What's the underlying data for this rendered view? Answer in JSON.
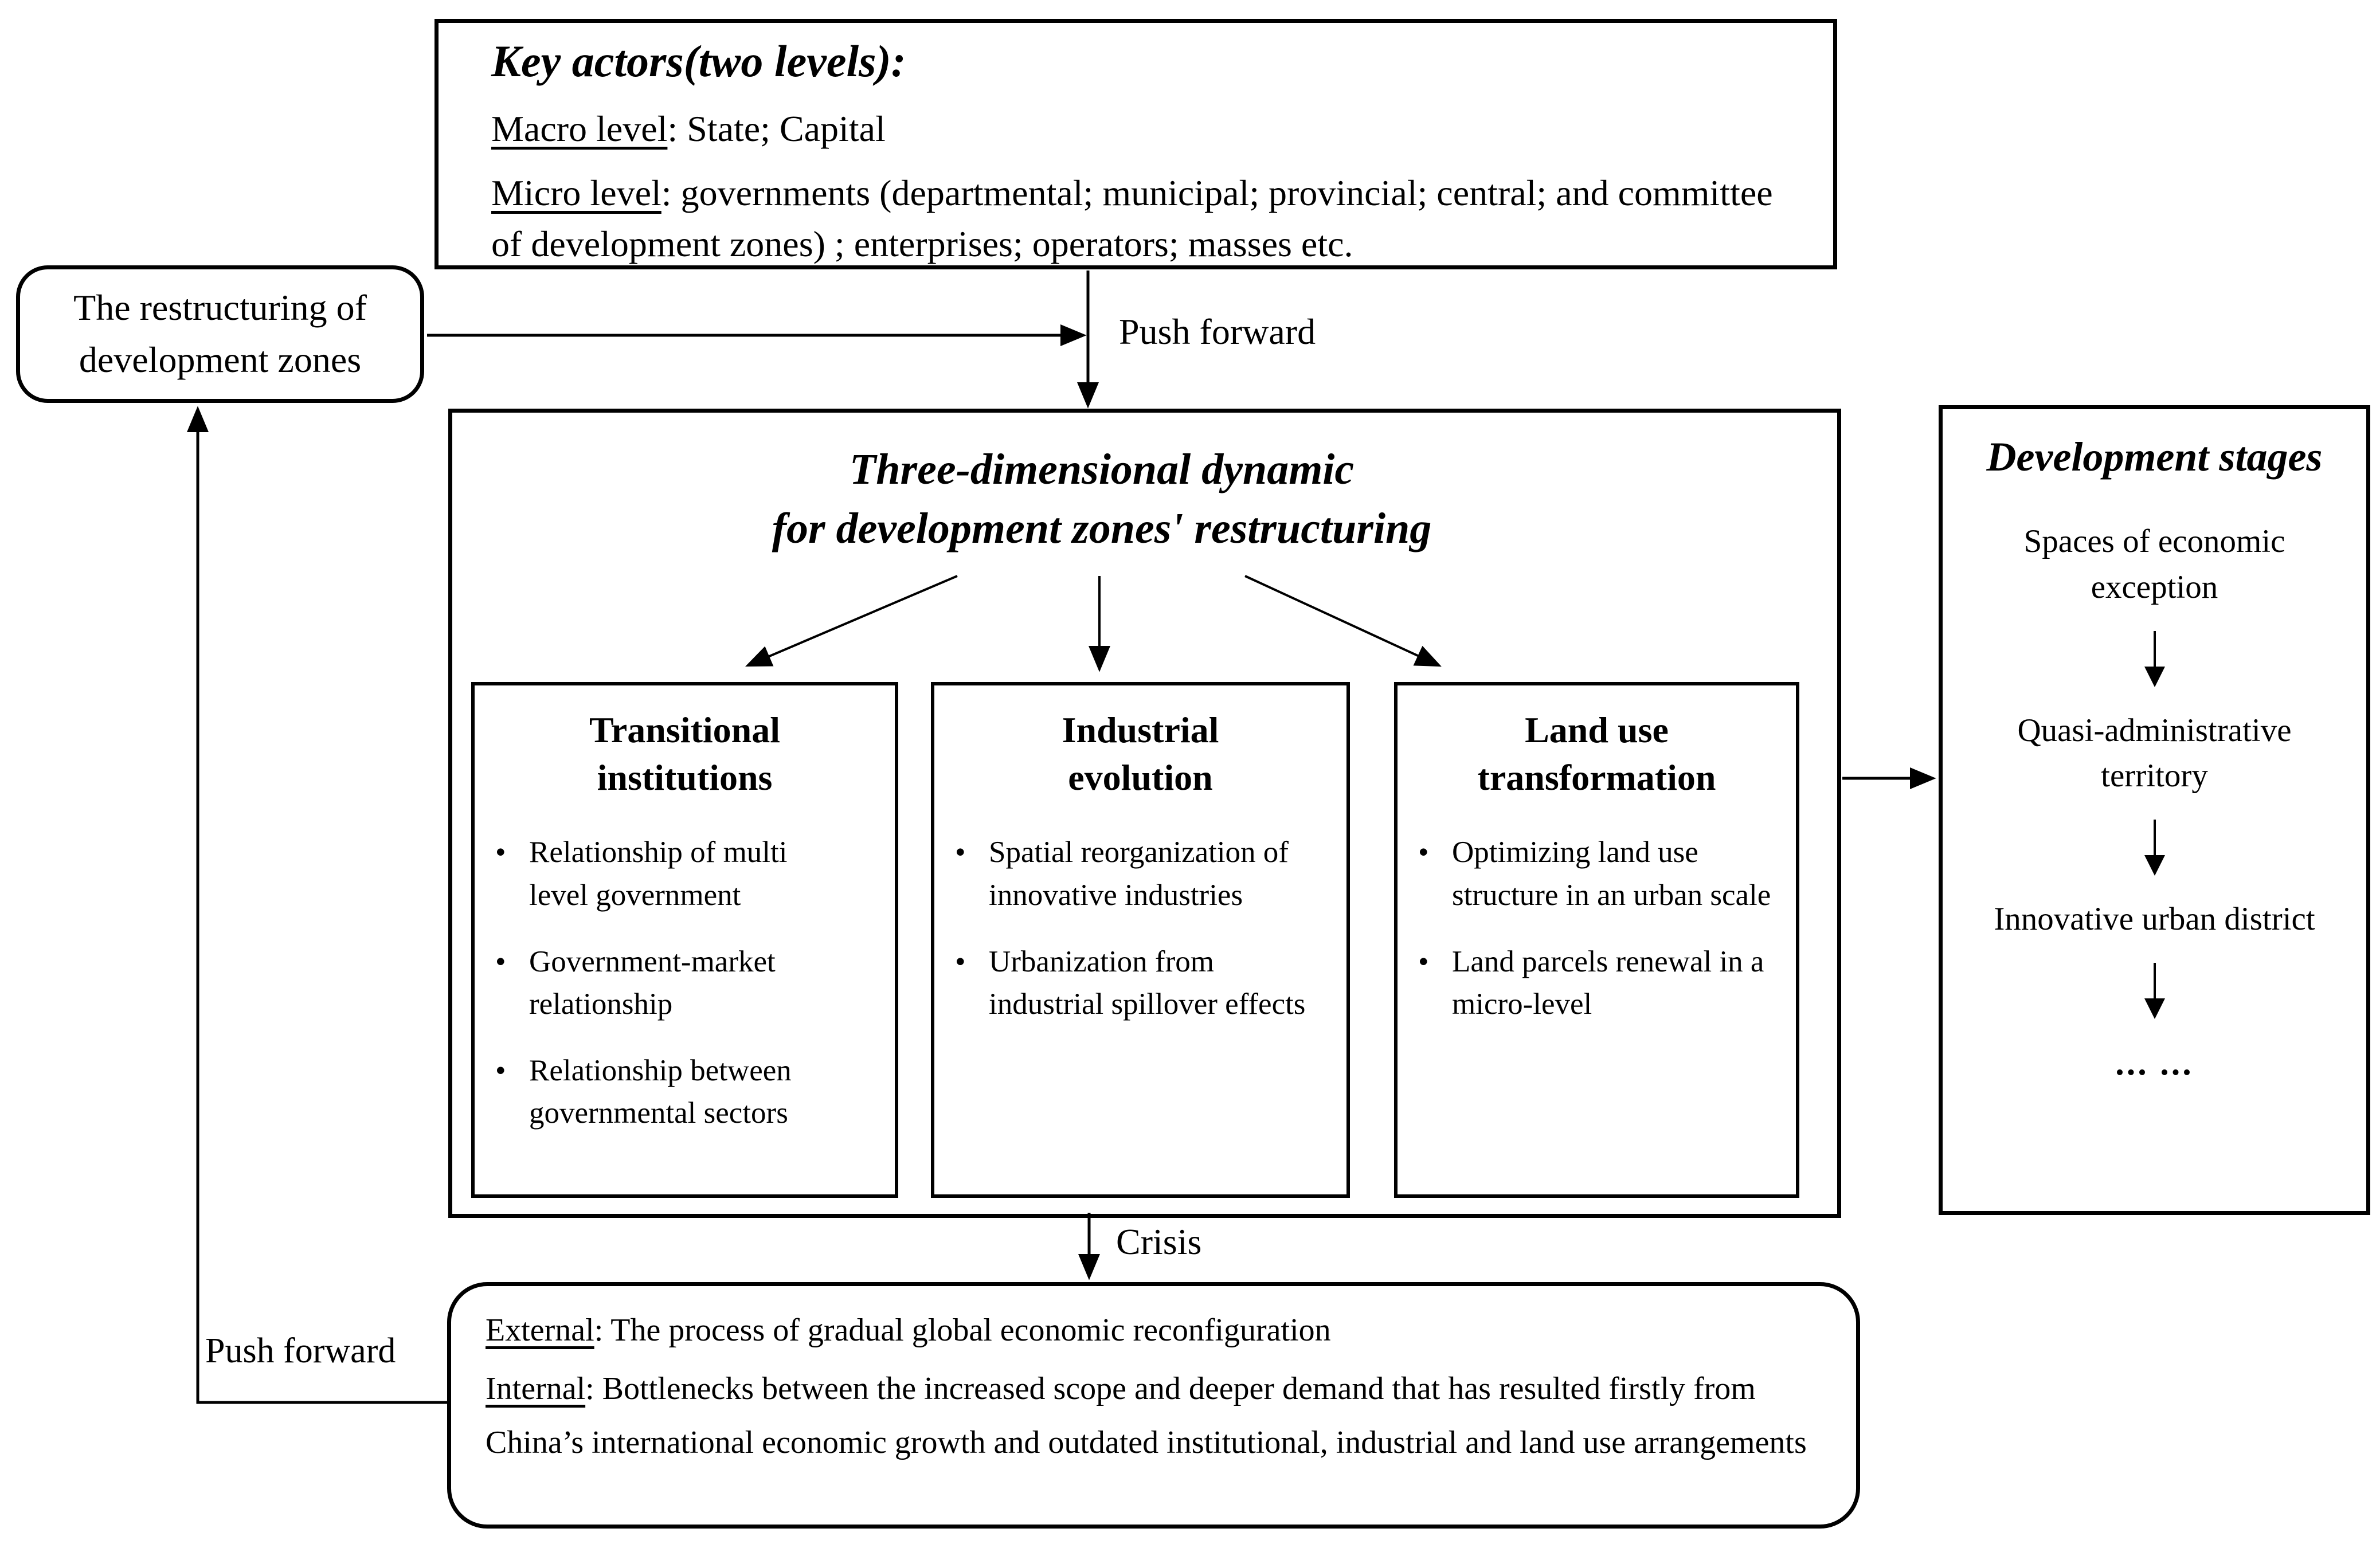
{
  "top_box": {
    "title": "Key actors(two levels):",
    "macro_label": "Macro level",
    "macro_text": ": State; Capital",
    "micro_label": "Micro level",
    "micro_text": ":  governments (departmental; municipal; provincial; central;  and committee of development zones) ; enterprises; operators; masses etc."
  },
  "left_box": {
    "lines": [
      "The restructuring of",
      "development zones"
    ]
  },
  "labels": {
    "push_forward_top": "Push forward",
    "crisis": "Crisis",
    "push_forward_bottom": "Push forward"
  },
  "center_box": {
    "title_lines": [
      "Three-dimensional dynamic",
      "for development zones' restructuring"
    ],
    "columns": [
      {
        "heading_lines": [
          "Transitional",
          "institutions"
        ],
        "bullets": [
          "Relationship of  multi level government",
          "Government-market relationship",
          "Relationship between governmental sectors"
        ]
      },
      {
        "heading_lines": [
          "Industrial",
          "evolution"
        ],
        "bullets": [
          "Spatial reorganization of innovative industries",
          "Urbanization from industrial spillover effects"
        ]
      },
      {
        "heading_lines": [
          "Land use",
          "transformation"
        ],
        "bullets": [
          "Optimizing land use structure in an urban scale",
          "Land parcels renewal in a micro-level"
        ]
      }
    ]
  },
  "right_box": {
    "title": "Development stages",
    "stages": [
      "Spaces of economic exception",
      "Quasi-administrative territory",
      "Innovative urban district"
    ],
    "ellipsis": "... ..."
  },
  "bottom_box": {
    "external_label": "External",
    "external_text": ": The process of gradual global economic reconfiguration",
    "internal_label": "Internal",
    "internal_text": ": Bottlenecks between the increased scope and deeper demand that has resulted firstly from China’s international economic growth and outdated institutional, industrial and land use arrangements"
  },
  "glyphs": {
    "bullet": "•"
  },
  "colors": {
    "ink": "#000000",
    "background": "#ffffff"
  }
}
